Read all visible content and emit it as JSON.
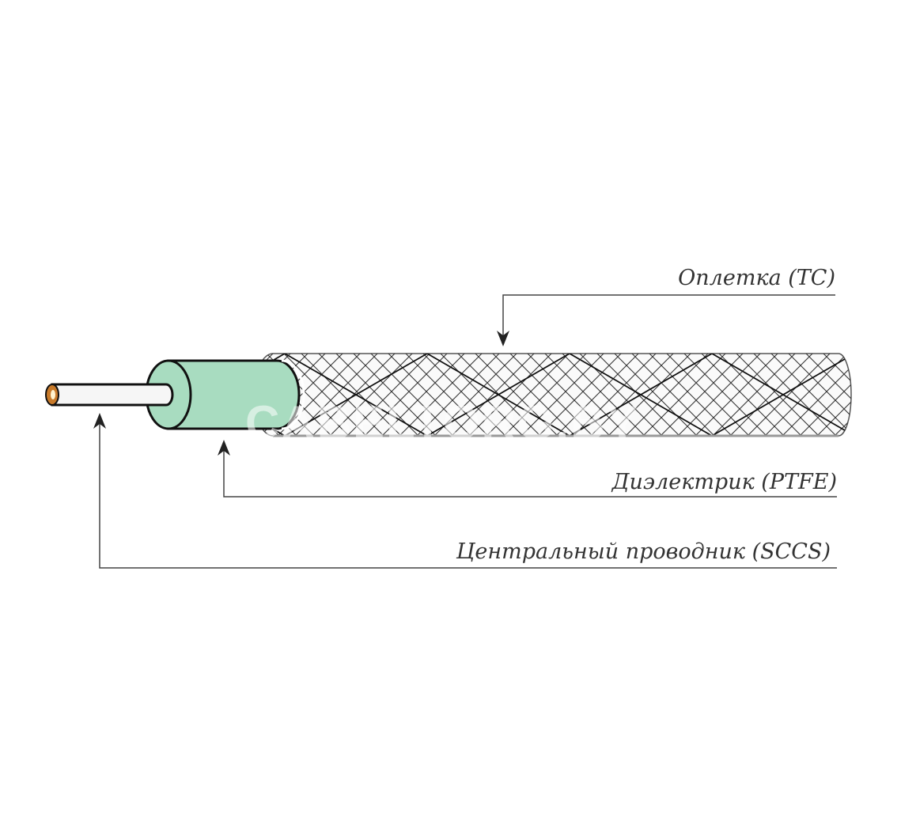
{
  "labels": {
    "braid": "Оплетка (TC)",
    "dielectric": "Диэлектрик (PTFE)",
    "conductor": "Центральный проводник (SCCS)"
  },
  "watermark": "CABELTORG.BY",
  "colors": {
    "dielectric": "#a8dcc0",
    "conductor_tip": "#c87a2a",
    "line": "#444444"
  }
}
